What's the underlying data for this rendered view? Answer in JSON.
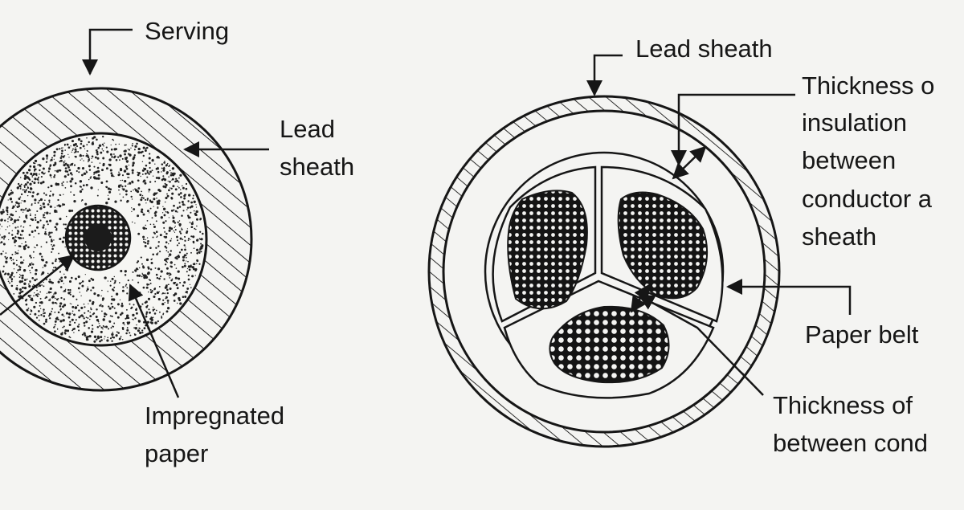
{
  "single_core": {
    "labels": {
      "serving": "Serving",
      "lead_sheath": [
        "Lead",
        "sheath"
      ],
      "impregnated_paper": [
        "Impregnated",
        "paper"
      ]
    }
  },
  "three_core": {
    "labels": {
      "lead_sheath": "Lead sheath",
      "thickness_conductor_sheath": [
        "Thickness o",
        "insulation",
        "between",
        "conductor a",
        "sheath"
      ],
      "paper_belt": "Paper belt",
      "thickness_between_conductors": [
        "Thickness of",
        "between cond"
      ]
    }
  },
  "colors": {
    "ink": "#161616",
    "paper": "#f4f4f2"
  }
}
